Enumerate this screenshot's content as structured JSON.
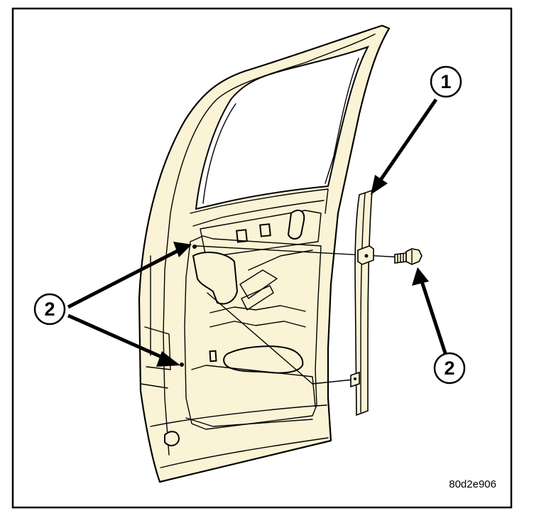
{
  "callouts": [
    {
      "number": "1",
      "label_text": "1"
    },
    {
      "number": "2",
      "label_text": "2"
    },
    {
      "number": "2",
      "label_text": "2"
    }
  ],
  "figure_id": "80d2e906",
  "colors": {
    "door_fill": "#fbf3d5",
    "line": "#000000",
    "background": "#ffffff"
  }
}
